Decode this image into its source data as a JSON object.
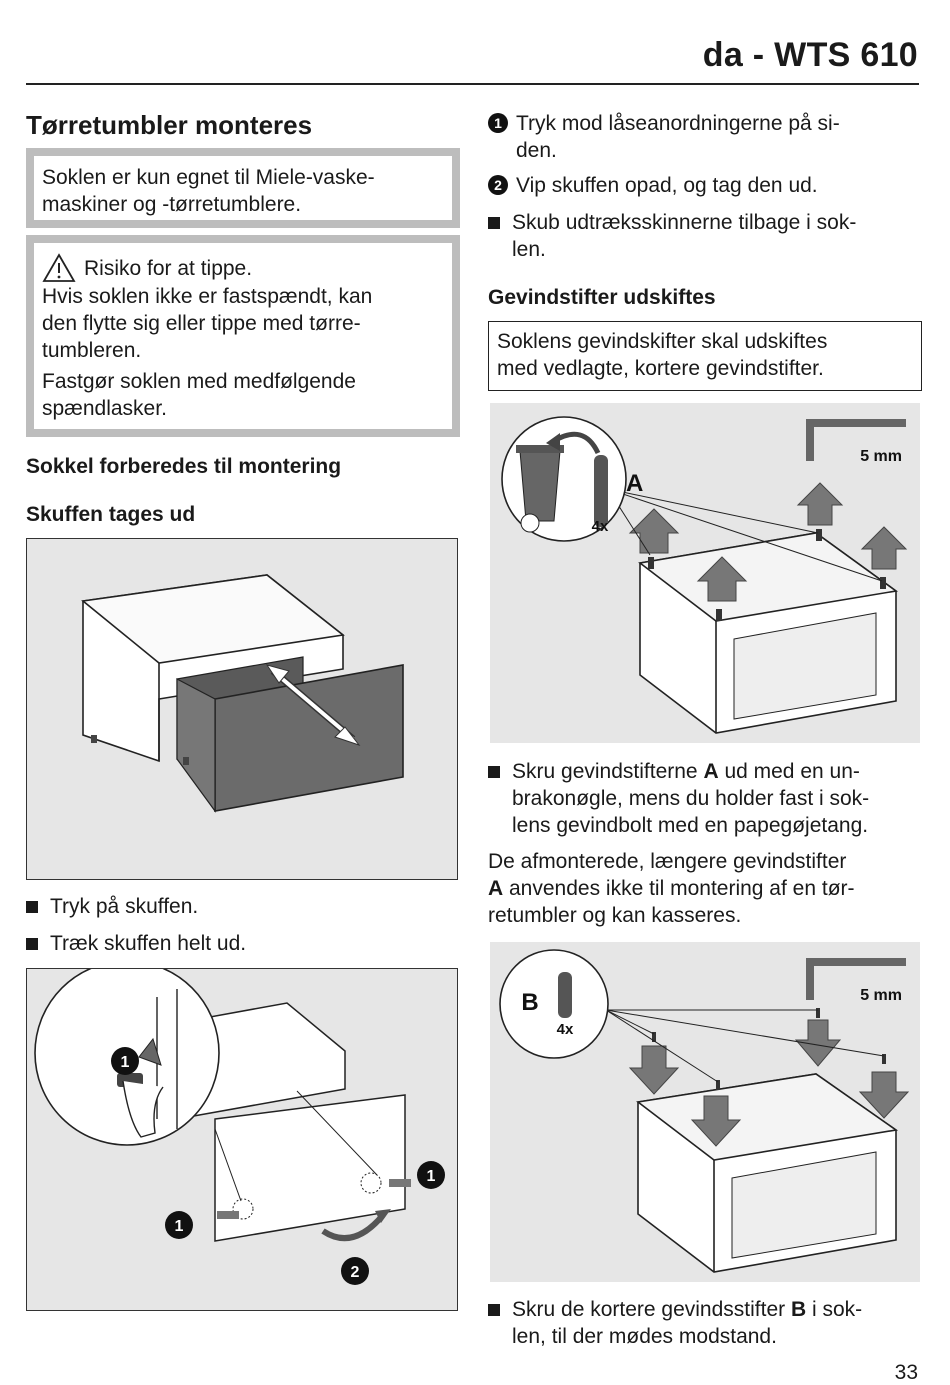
{
  "header": {
    "title": "da - WTS 610",
    "page_number": "33"
  },
  "left": {
    "section_title": "Tørretumbler monteres",
    "note_box": "Soklen er kun egnet til Miele-vaske-maskiner og -tørretumblere.",
    "note_box_lines": [
      "Soklen er kun egnet til Miele-vaske-",
      "maskiner og -tørretumblere."
    ],
    "warning": {
      "heading": "Risiko for at tippe.",
      "p1_lines": [
        "Hvis soklen ikke er fastspændt, kan",
        "den flytte sig eller tippe med tørre-",
        "tumbleren."
      ],
      "p2_lines": [
        "Fastgør soklen med medfølgende",
        "spændlasker."
      ]
    },
    "subsection1": "Sokkel forberedes til montering",
    "subsection2": "Skuffen tages ud",
    "bullets": [
      "Tryk på skuffen.",
      "Træk skuffen helt ud."
    ],
    "fig2_labels": {
      "one": "1",
      "two": "2"
    }
  },
  "right": {
    "steps": [
      {
        "num": "1",
        "lines": [
          "Tryk mod låseanordningerne på si-",
          "den."
        ]
      },
      {
        "num": "2",
        "lines": [
          "Vip skuffen opad, og tag den ud."
        ]
      }
    ],
    "bullet_slide": [
      "Skub udtræksskinnerne tilbage i sok-",
      "len."
    ],
    "subsection": "Gevindstifter udskiftes",
    "info_box_lines": [
      "Soklens gevindskifter skal udskiftes",
      "med vedlagte, kortere gevindstifter."
    ],
    "fig3": {
      "tool": "5 mm",
      "label": "A",
      "qty": "4x"
    },
    "bullet_unscrew": {
      "pre": "Skru gevindstifterne ",
      "key": "A",
      "post_first": " ud med en un-",
      "lines_rest": [
        "brakonøgle, mens du holder fast i sok-",
        "lens gevindbolt med en papegøjetang."
      ]
    },
    "para": {
      "line1": "De afmonterede, længere gevindstifter",
      "key": "A",
      "line2_post": " anvendes ikke til montering af en tør-",
      "line3": "retumbler og kan kasseres."
    },
    "fig4": {
      "tool": "5 mm",
      "label": "B",
      "qty": "4x"
    },
    "bullet_screw": {
      "pre": "Skru de kortere gevindsstifter ",
      "key": "B",
      "post_first": " i sok-",
      "line2": "len, til der mødes modstand."
    }
  }
}
